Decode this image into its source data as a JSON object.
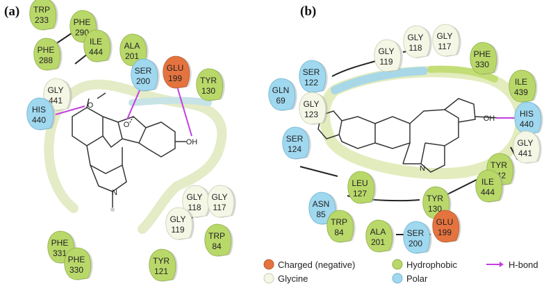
{
  "colors": {
    "hydrophobic": "#b9d86a",
    "glycine": "#f4f6e6",
    "polar": "#9fd8ef",
    "charged_negative": "#e5733f",
    "hbond": "#c23ee0",
    "pocket_hydrophobic": "#cfe08f",
    "pocket_polar": "#9fd3e3"
  },
  "panels": [
    {
      "label": "(a)",
      "residues": [
        {
          "name": "TRP",
          "num": "233",
          "type": "hydrophobic"
        },
        {
          "name": "PHE",
          "num": "290",
          "type": "hydrophobic"
        },
        {
          "name": "ILE",
          "num": "444",
          "type": "hydrophobic"
        },
        {
          "name": "PHE",
          "num": "288",
          "type": "hydrophobic"
        },
        {
          "name": "ALA",
          "num": "201",
          "type": "hydrophobic"
        },
        {
          "name": "SER",
          "num": "200",
          "type": "polar"
        },
        {
          "name": "GLU",
          "num": "199",
          "type": "charged_negative"
        },
        {
          "name": "TYR",
          "num": "130",
          "type": "hydrophobic"
        },
        {
          "name": "GLY",
          "num": "441",
          "type": "glycine"
        },
        {
          "name": "HIS",
          "num": "440",
          "type": "polar"
        },
        {
          "name": "GLY",
          "num": "118",
          "type": "glycine"
        },
        {
          "name": "GLY",
          "num": "117",
          "type": "glycine"
        },
        {
          "name": "GLY",
          "num": "119",
          "type": "glycine"
        },
        {
          "name": "TRP",
          "num": "84",
          "type": "hydrophobic"
        },
        {
          "name": "PHE",
          "num": "331",
          "type": "hydrophobic"
        },
        {
          "name": "PHE",
          "num": "330",
          "type": "hydrophobic"
        },
        {
          "name": "TYR",
          "num": "121",
          "type": "hydrophobic"
        }
      ],
      "atoms": {
        "o_ether": "O",
        "o_ring": "O",
        "oh": "OH",
        "n": "N"
      }
    },
    {
      "label": "(b)",
      "residues": [
        {
          "name": "GLY",
          "num": "119",
          "type": "glycine"
        },
        {
          "name": "GLY",
          "num": "118",
          "type": "glycine"
        },
        {
          "name": "GLY",
          "num": "117",
          "type": "glycine"
        },
        {
          "name": "PHE",
          "num": "330",
          "type": "hydrophobic"
        },
        {
          "name": "SER",
          "num": "122",
          "type": "polar"
        },
        {
          "name": "GLN",
          "num": "69",
          "type": "polar"
        },
        {
          "name": "GLY",
          "num": "123",
          "type": "glycine"
        },
        {
          "name": "ILE",
          "num": "439",
          "type": "hydrophobic"
        },
        {
          "name": "HIS",
          "num": "440",
          "type": "polar"
        },
        {
          "name": "SER",
          "num": "124",
          "type": "polar"
        },
        {
          "name": "GLY",
          "num": "441",
          "type": "glycine"
        },
        {
          "name": "TYR",
          "num": "442",
          "type": "hydrophobic"
        },
        {
          "name": "LEU",
          "num": "127",
          "type": "hydrophobic"
        },
        {
          "name": "ILE",
          "num": "444",
          "type": "hydrophobic"
        },
        {
          "name": "ASN",
          "num": "85",
          "type": "polar"
        },
        {
          "name": "TYR",
          "num": "130",
          "type": "hydrophobic"
        },
        {
          "name": "TRP",
          "num": "84",
          "type": "hydrophobic"
        },
        {
          "name": "ALA",
          "num": "201",
          "type": "hydrophobic"
        },
        {
          "name": "SER",
          "num": "200",
          "type": "polar"
        },
        {
          "name": "GLU",
          "num": "199",
          "type": "charged_negative"
        }
      ],
      "atoms": {
        "oh": "OH",
        "n": "N"
      }
    }
  ],
  "legend": {
    "charged": "Charged (negative)",
    "glycine": "Glycine",
    "hydrophobic": "Hydrophobic",
    "polar": "Polar",
    "hbond": "H-bond"
  }
}
